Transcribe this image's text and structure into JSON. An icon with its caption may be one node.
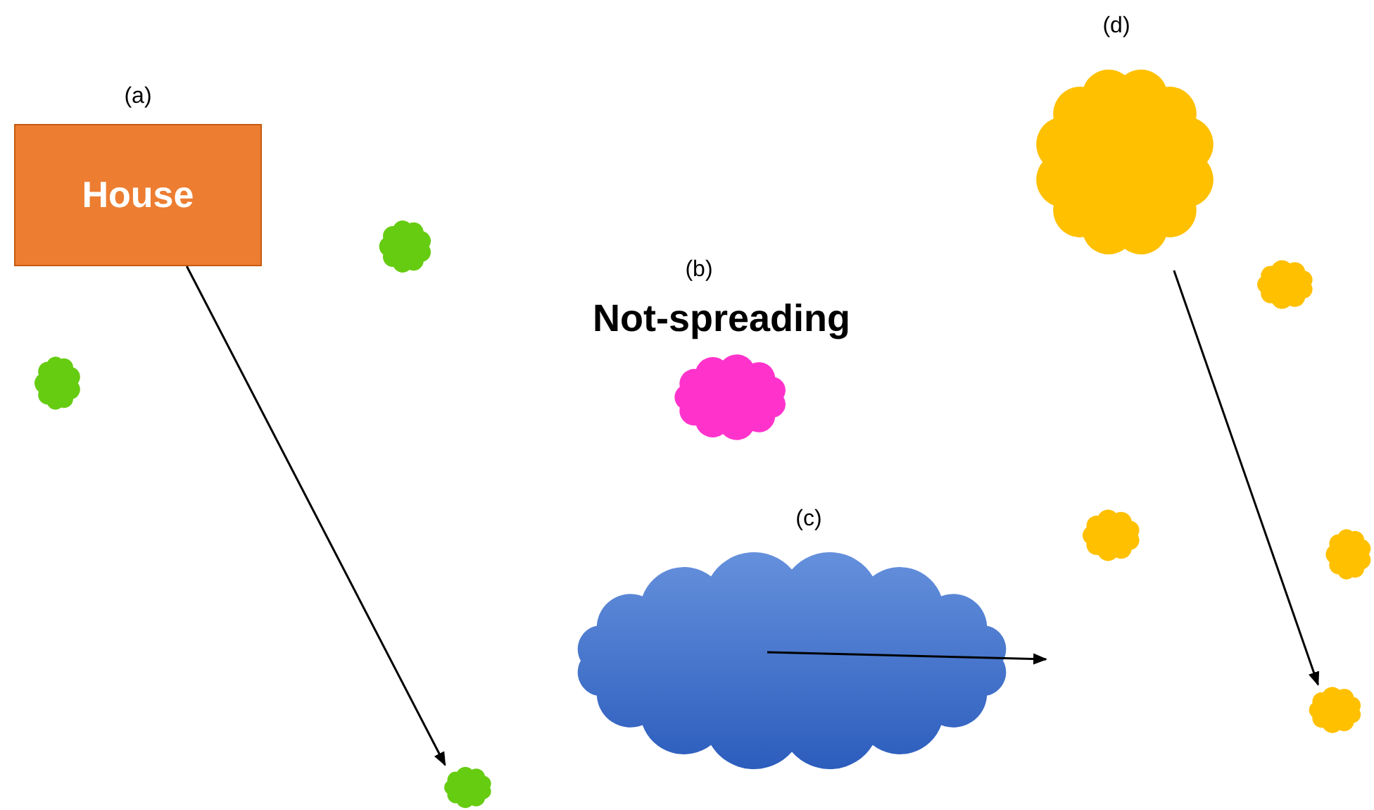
{
  "diagram": {
    "nodes": [
      {
        "text": [
          "(a)",
          "House"
        ]
      },
      {
        "text": [],
        "shape": "cloud"
      },
      {
        "text": [
          "(d)"
        ]
      },
      {
        "text": [],
        "shape": "cloud"
      },
      {
        "text": [],
        "shape": "cloud"
      },
      {
        "text": [
          "(b)",
          "Not-spreading"
        ]
      },
      {
        "text": [
          "(c)"
        ]
      },
      {
        "text": [],
        "shape": "cloud"
      },
      {
        "text": [],
        "shape": "cloud"
      },
      {
        "text": [],
        "shape": "cloud"
      },
      {
        "text": [],
        "shape": "cloud"
      }
    ],
    "edges": [
      {
        "from": 0,
        "to": 10,
        "arrow": "to"
      },
      {
        "from": 2,
        "to": 9,
        "arrow": "to"
      }
    ]
  }
}
